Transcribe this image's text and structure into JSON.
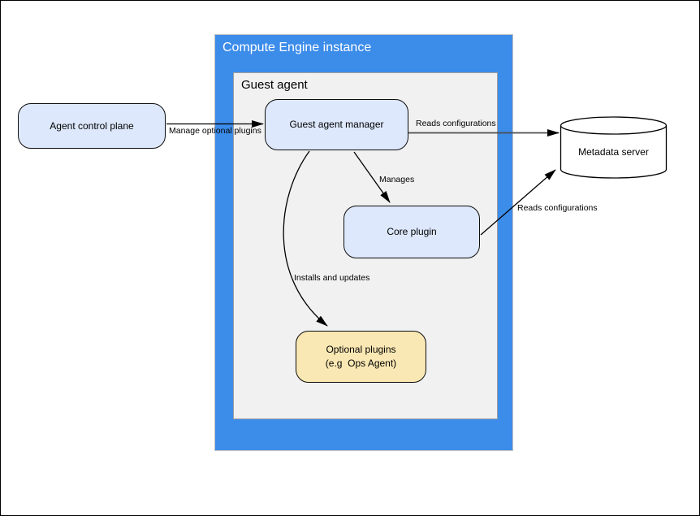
{
  "diagram": {
    "containers": {
      "compute_engine": {
        "title": "Compute Engine instance"
      },
      "guest_agent": {
        "title": "Guest agent"
      }
    },
    "nodes": {
      "agent_control_plane": {
        "label": "Agent control plane"
      },
      "guest_agent_manager": {
        "label": "Guest agent manager"
      },
      "core_plugin": {
        "label": "Core plugin"
      },
      "optional_plugins": {
        "line1": "Optional plugins",
        "line2": "(e.g  Ops Agent)"
      },
      "metadata_server": {
        "label": "Metadata server"
      }
    },
    "edges": [
      {
        "id": "manage-optional-plugins",
        "from": "agent_control_plane",
        "to": "guest_agent_manager",
        "label": "Manage optional plugins"
      },
      {
        "id": "reads-configurations-manager",
        "from": "guest_agent_manager",
        "to": "metadata_server",
        "label": "Reads configurations"
      },
      {
        "id": "manages",
        "from": "guest_agent_manager",
        "to": "core_plugin",
        "label": "Manages"
      },
      {
        "id": "reads-configurations-core",
        "from": "core_plugin",
        "to": "metadata_server",
        "label": "Reads configurations"
      },
      {
        "id": "installs-and-updates",
        "from": "guest_agent_manager",
        "to": "optional_plugins",
        "label": "Installs and updates"
      }
    ],
    "colors": {
      "instance_container_fill": "#3C8CEA",
      "guest_agent_container_fill": "#F1F1F1",
      "node_fill_blue": "#DDE8FC",
      "node_fill_yellow": "#FAE8B4",
      "node_border": "#0d0d0d",
      "edge_stroke": "#000000",
      "title_text_on_blue": "#ffffff"
    }
  }
}
